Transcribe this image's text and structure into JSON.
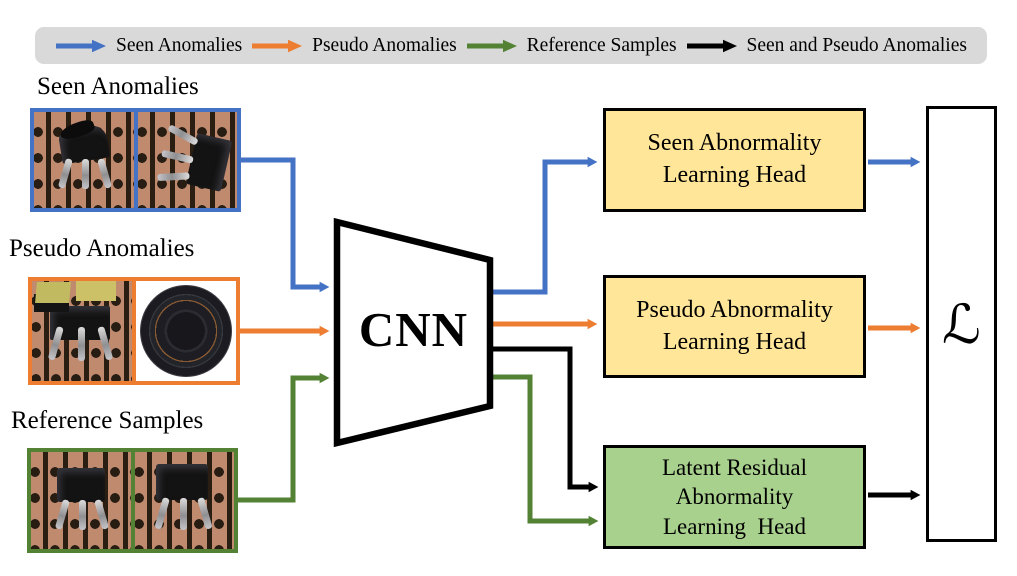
{
  "legend": {
    "items": [
      {
        "label": "Seen Anomalies",
        "color": "#4472C4"
      },
      {
        "label": "Pseudo Anomalies",
        "color": "#ED7D31"
      },
      {
        "label": "Reference Samples",
        "color": "#538235"
      },
      {
        "label": "Seen and Pseudo Anomalies",
        "color": "#000000"
      }
    ]
  },
  "inputs": [
    {
      "title": "Seen Anomalies",
      "border_color": "#4472C4",
      "images": [
        "damaged-transistor-on-perfboard",
        "flipped-transistor-on-perfboard"
      ]
    },
    {
      "title": "Pseudo Anomalies",
      "border_color": "#ED7D31",
      "images": [
        "transistor-with-pasted-patches-on-perfboard",
        "dark-metal-disc-on-white"
      ]
    },
    {
      "title": "Reference Samples",
      "border_color": "#538235",
      "images": [
        "normal-transistor-on-perfboard",
        "normal-transistor-on-perfboard"
      ]
    }
  ],
  "backbone": {
    "label": "CNN"
  },
  "heads": [
    {
      "fill": "#FFE699",
      "label_lines": [
        "Seen Abnormality",
        "Learning Head"
      ]
    },
    {
      "fill": "#FFE699",
      "label_lines": [
        "Pseudo Abnormality",
        "Learning Head"
      ]
    },
    {
      "fill": "#A9D18E",
      "label_lines": [
        "Latent Residual",
        "Abnormality",
        "Learning  Head"
      ]
    }
  ],
  "loss": {
    "symbol": "ℒ"
  },
  "colors": {
    "seen_flow": "#4472C4",
    "pseudo_flow": "#ED7D31",
    "reference_flow": "#538235",
    "combined_flow": "#000000",
    "head_yellow_fill": "#FFE699",
    "head_green_fill": "#A9D18E",
    "legend_background": "#D9D9D9"
  }
}
